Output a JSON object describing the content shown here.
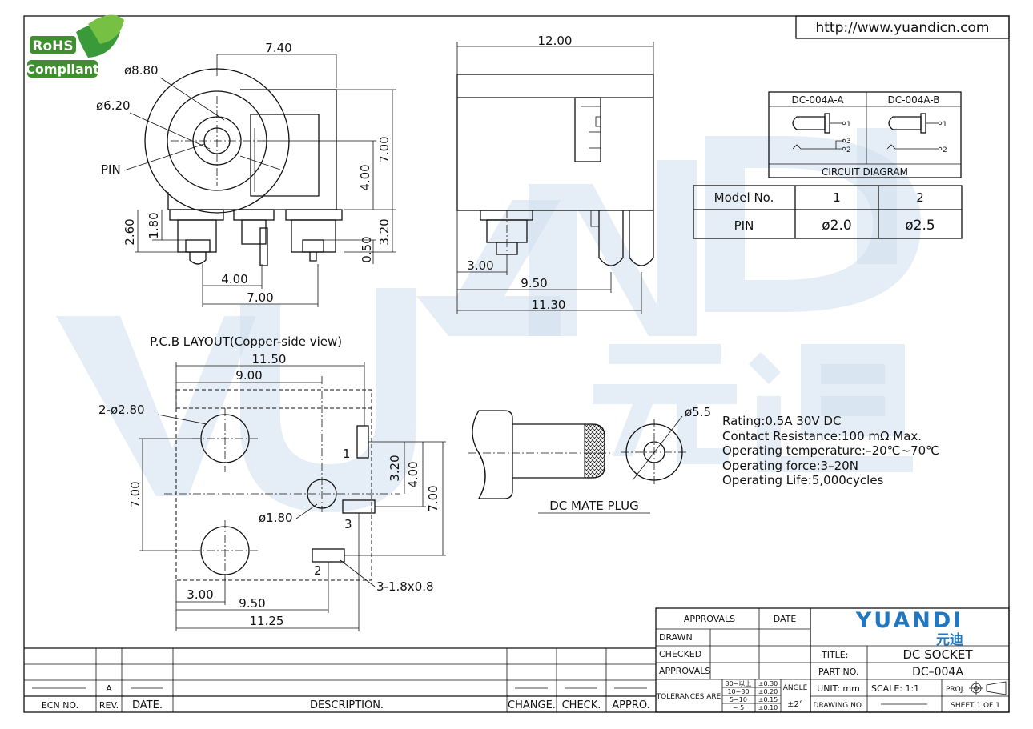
{
  "url": "http://www.yuandicn.com",
  "rohs": {
    "line1": "RoHS",
    "line2": "Compliant"
  },
  "watermark": {
    "latin": "YUANDI",
    "cjk": "元迪"
  },
  "front_view": {
    "width": "7.40",
    "outer_diameter": "ø8.80",
    "inner_diameter": "ø6.20",
    "pin_label": "PIN",
    "height_7": "7.00",
    "height_4": "4.00",
    "left_2_60": "2.60",
    "left_1_80": "1.80",
    "right_3_20": "3.20",
    "right_0_50": "0.50",
    "bottom_4_00": "4.00",
    "bottom_7_00": "7.00"
  },
  "side_view": {
    "width": "12.00",
    "dim_3_00": "3.00",
    "dim_9_50": "9.50",
    "dim_11_30": "11.30"
  },
  "circuit": {
    "col_a": "DC-004A-A",
    "col_b": "DC-004A-B",
    "caption": "CIRCUIT  DIAGRAM",
    "pin1": "1",
    "pin2": "2",
    "pin3": "3"
  },
  "model_table": {
    "headers": [
      "Model  No.",
      "1",
      "2"
    ],
    "rows": [
      [
        "PIN",
        "ø2.0",
        "ø2.5"
      ]
    ]
  },
  "pcb": {
    "title": "P.C.B  LAYOUT(Copper-side  view)",
    "dim_11_50": "11.50",
    "dim_9_00": "9.00",
    "holes": "2-ø2.80",
    "dim_7_00": "7.00",
    "hole_small": "ø1.80",
    "dim_3_20": "3.20",
    "dim_4_00": "4.00",
    "dim_7_00_r": "7.00",
    "slots": "3-1.8x0.8",
    "bottom_3_00": "3.00",
    "bottom_9_50": "9.50",
    "bottom_11_25": "11.25",
    "pad1": "1",
    "pad2": "2",
    "pad3": "3"
  },
  "plug": {
    "diameter": "ø5.5",
    "caption": "DC  MATE  PLUG"
  },
  "specs": [
    "Rating:0.5A  30V  DC",
    "Contact  Resistance:100  mΩ  Max.",
    "Operating  temperature:–20℃~70℃",
    "Operating  force:3–20N",
    "Operating  Life:5,000cycles"
  ],
  "title_block": {
    "approvals_head": "APPROVALS",
    "date_head": "DATE",
    "drawn": "DRAWN",
    "checked": "CHECKED",
    "approvals": "APPROVALS",
    "logo": "YUANDI",
    "logo_cjk": "元迪",
    "title_label": "TITLE:",
    "title_value": "DC SOCKET",
    "part_label": "PART NO.",
    "part_value": "DC–004A",
    "tolerances": "TOLERANCES  ARE",
    "tol_ranges": [
      "30~以上",
      "10~30",
      "5~10",
      "~ 5"
    ],
    "tol_values": [
      "±0.30",
      "±0.20",
      "±0.15",
      "±0.10"
    ],
    "angle": "ANGLE",
    "angle_value": "±2°",
    "unit": "UNIT:  mm",
    "scale": "SCALE:   1:1",
    "proj": "PROJ.",
    "drawing_no": "DRAWING NO.",
    "sheet": "SHEET   1  OF  1"
  },
  "revision_block": {
    "ecn": "ECN  NO.",
    "rev": "REV.",
    "date": "DATE.",
    "description": "DESCRIPTION.",
    "change": "CHANGE.",
    "check": "CHECK.",
    "appro": "APPRO.",
    "rev_value": "A"
  }
}
